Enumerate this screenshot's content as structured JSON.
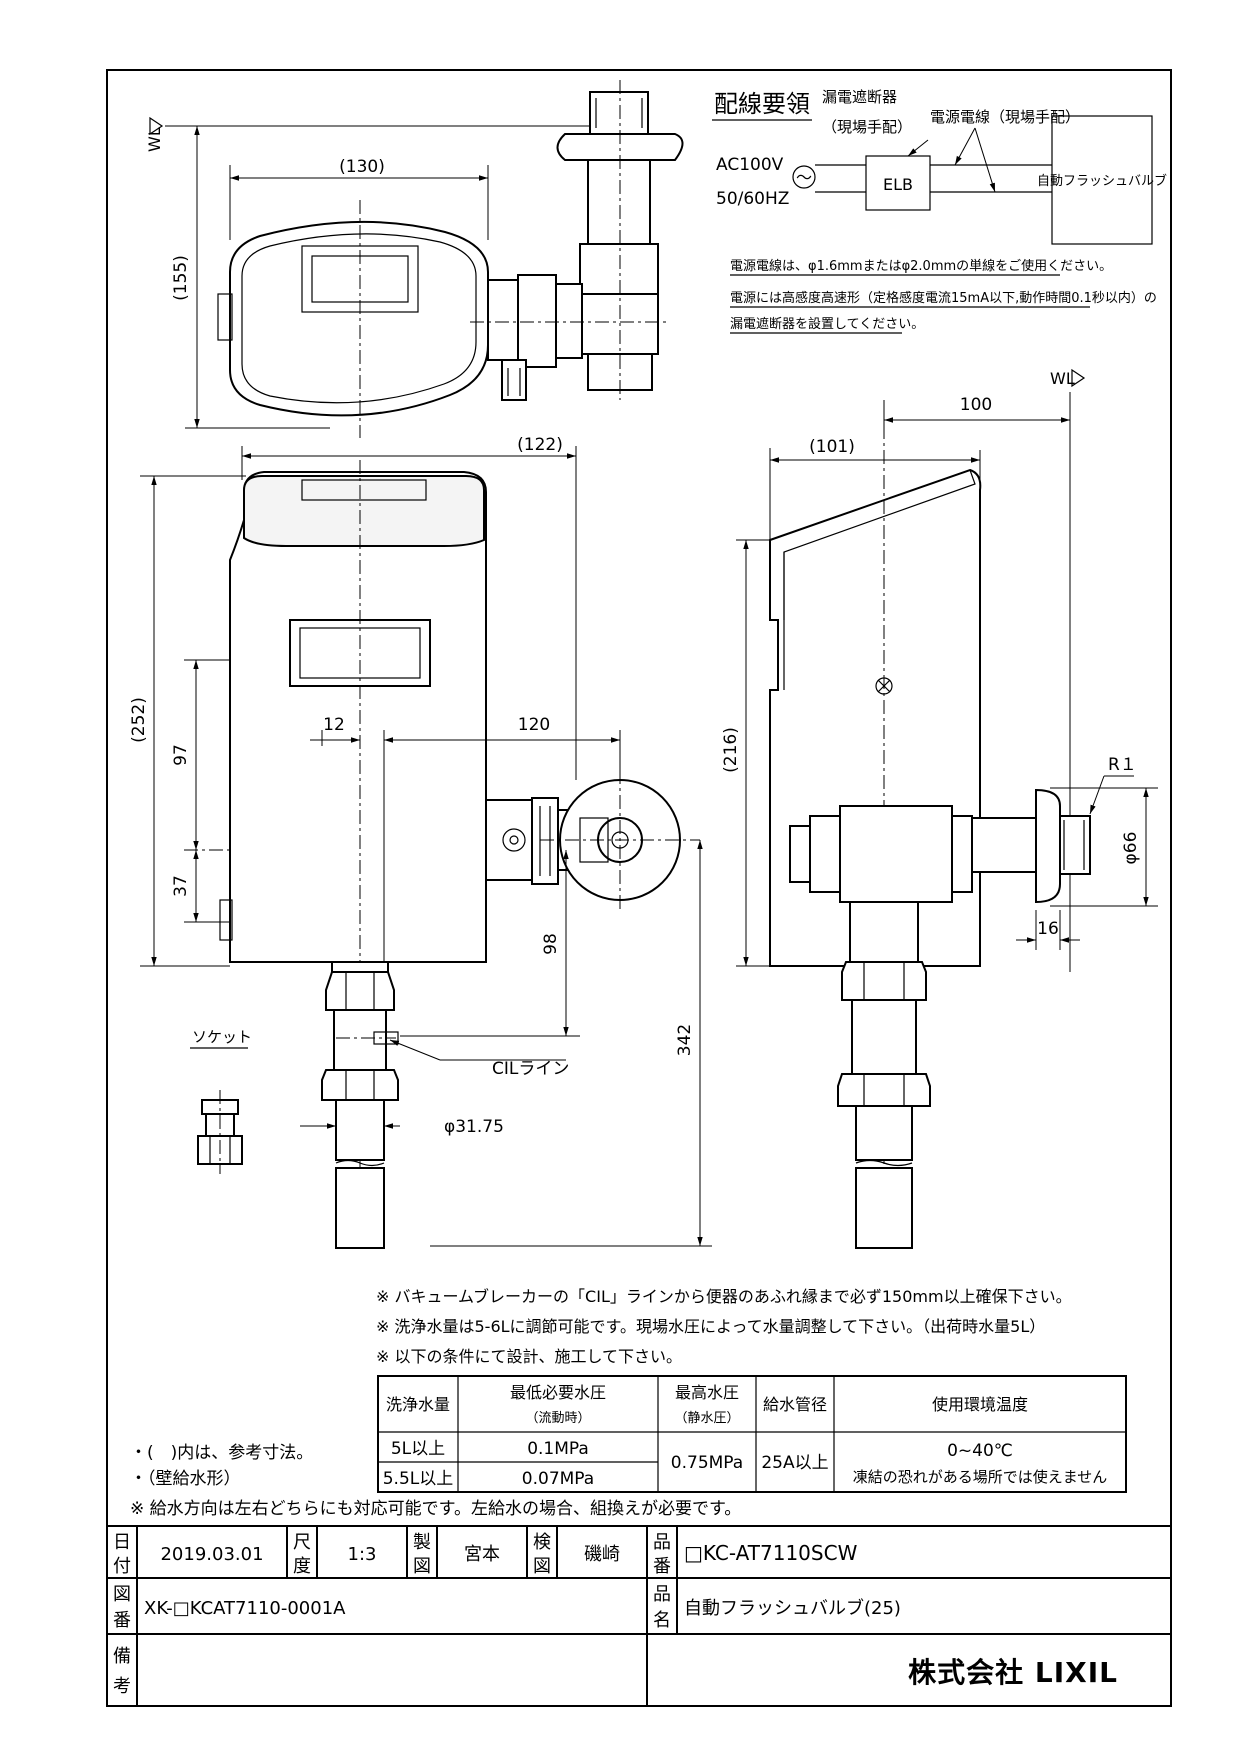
{
  "wiring": {
    "title": "配線要領",
    "breaker_label": "漏電遮断器",
    "breaker_sub": "（現場手配）",
    "cable_label": "電源電線（現場手配）",
    "ac_voltage": "AC100V",
    "ac_freq": "50/60HZ",
    "ac_symbol": "～",
    "elb": "ELB",
    "valve_box": "自動フラッシュバルブ",
    "note1": "電源電線は、φ1.6mmまたはφ2.0mmの単線をご使用ください。",
    "note2": "電源には高感度高速形（定格感度電流15mA以下,動作時間0.1秒以内）の",
    "note3": "漏電遮断器を設置してください。"
  },
  "dimensions": {
    "wl": "WL",
    "d130": "(130)",
    "d155": "(155)",
    "d122": "(122)",
    "d252": "(252)",
    "d97": "97",
    "d37": "37",
    "d12": "12",
    "d120": "120",
    "d98": "98",
    "d342": "342",
    "d3175": "φ31.75",
    "cil": "CILライン",
    "socket": "ソケット",
    "d101": "(101)",
    "d100": "100",
    "d216": "(216)",
    "r1": "R１",
    "d66": "φ66",
    "d16": "16"
  },
  "notes": {
    "n1": "※ バキュームブレーカーの「CIL」ラインから便器のあふれ縁まで必ず150mm以上確保下さい。",
    "n2": "※ 洗浄水量は5-6Lに調節可能です。現場水圧によって水量調整して下さい。（出荷時水量5L）",
    "n3": "※ 以下の条件にて設計、施工して下さい。",
    "ref1": "・(　)内は、参考寸法。",
    "ref2": "・（壁給水形）",
    "supply": "※ 給水方向は左右どちらにも対応可能です。左給水の場合、組換えが必要です。"
  },
  "spec_table": {
    "headers": [
      "洗浄水量",
      "最低必要水圧",
      "最高水圧",
      "給水管径",
      "使用環境温度"
    ],
    "header_subs": [
      "",
      "（流動時）",
      "（静水圧）",
      "",
      ""
    ],
    "rows": [
      {
        "volume": "5L以上",
        "min_pressure": "0.1MPa"
      },
      {
        "volume": "5.5L以上",
        "min_pressure": "0.07MPa"
      }
    ],
    "max_pressure": "0.75MPa",
    "pipe": "25A以上",
    "temp": "0~40℃",
    "temp_note": "凍結の恐れがある場所では使えません"
  },
  "title_block": {
    "date_label": [
      "日",
      "付"
    ],
    "date": "2019.03.01",
    "scale_label": [
      "尺",
      "度"
    ],
    "scale": "1:3",
    "drawn_label": [
      "製",
      "図"
    ],
    "drawn": "宮本",
    "checked_label": [
      "検",
      "図"
    ],
    "checked": "磯崎",
    "part_no_label": [
      "品",
      "番"
    ],
    "part_no": "□KC-AT7110SCW",
    "drawing_no_label": [
      "図",
      "番"
    ],
    "drawing_no": "XK-□KCAT7110-0001A",
    "name_label": [
      "品",
      "名"
    ],
    "name": "自動フラッシュバルブ(25)",
    "remarks_label": [
      "備",
      "考"
    ],
    "company": "株式会社 LIXIL"
  }
}
